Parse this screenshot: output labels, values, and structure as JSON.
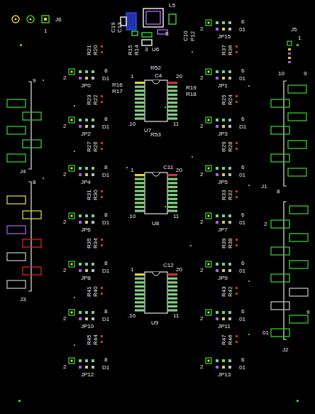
{
  "diagram": {
    "labels": [
      "J6",
      "1",
      "C19",
      "C13",
      "L5",
      "C10",
      "P12",
      "R15",
      "R14",
      "3",
      "U6",
      "5",
      "2",
      "6",
      "01",
      "JP15",
      "2",
      "8",
      "D1",
      "JP0",
      "2",
      "6",
      "01",
      "JP1",
      "2",
      "8",
      "D1",
      "JP2",
      "2",
      "6",
      "D1",
      "JP3",
      "2",
      "8",
      "D1",
      "JP4",
      "2",
      "6",
      "01",
      "JP5",
      "2",
      "8",
      "D1",
      "JP6",
      "2",
      "6",
      "01",
      "JP7",
      "2",
      "8",
      "D1",
      "JP8",
      "2",
      "6",
      "01",
      "JP9",
      "2",
      "8",
      "D1",
      "JP10",
      "2",
      "6",
      "01",
      "JP11",
      "2",
      "8",
      "D1",
      "JP12",
      "2",
      "6",
      "01",
      "JP13",
      "R21",
      "R20",
      "R37",
      "R36",
      "R23",
      "R22",
      "R25",
      "R24",
      "R27",
      "R26",
      "R29",
      "R28",
      "R31",
      "R30",
      "R33",
      "R32",
      "R35",
      "R34",
      "R39",
      "R38",
      "R41",
      "R40",
      "R43",
      "R42",
      "R45",
      "R44",
      "R47",
      "R46",
      "C4",
      "R52",
      "R16",
      "R17",
      "R19",
      "R18",
      "R53",
      "1",
      "20",
      ".10",
      "11",
      "U7",
      "C11",
      "1",
      "20",
      ".10",
      "11",
      "U8",
      "C12",
      "1",
      "20",
      ".10",
      "11",
      "U9",
      "9",
      "J4",
      "8",
      "J3",
      "J5",
      "1",
      "10",
      "9",
      "8",
      "J1",
      "2",
      "9",
      "01",
      "J2"
    ]
  }
}
